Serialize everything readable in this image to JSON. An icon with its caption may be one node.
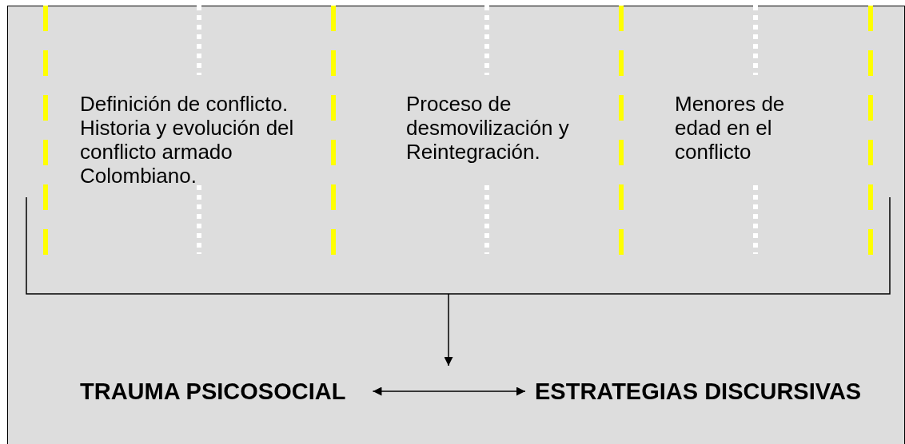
{
  "diagram": {
    "nodes": [
      {
        "text": [
          "Definición de conflicto. Historia y evolución del conflicto armado Colombiano."
        ]
      },
      {
        "text": [
          "Proceso de desmovilización y Reintegración."
        ]
      },
      {
        "text": [
          "Menores de edad en el conflicto"
        ]
      },
      {
        "text": [
          "TRAUMA PSICOSOCIAL"
        ]
      },
      {
        "text": [
          "ESTRATEGIAS DISCURSIVAS"
        ]
      },
      {
        "text": [],
        "shape": "bracket"
      }
    ],
    "edges": [
      {
        "from": 5,
        "to": null,
        "arrow": "to"
      },
      {
        "from": 3,
        "to": 4,
        "arrow": "both"
      }
    ]
  }
}
